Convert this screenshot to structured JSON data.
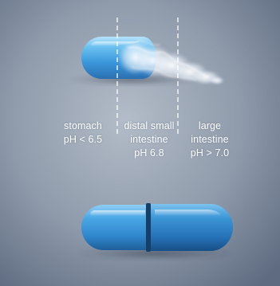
{
  "figure": {
    "zones": [
      {
        "lines": [
          "stomach",
          "pH < 6.5"
        ]
      },
      {
        "lines": [
          "distal small",
          "intestine",
          "pH 6.8"
        ]
      },
      {
        "lines": [
          "large",
          "intestine",
          "pH > 7.0"
        ]
      }
    ],
    "colors": {
      "background_top": "#a9b2bf",
      "background_bottom": "#6f7c90",
      "capsule_light": "#8fd0f5",
      "capsule_mid": "#3f9ee0",
      "capsule_dark": "#1e5f9c",
      "divider_line": "#ffffff"
    }
  }
}
